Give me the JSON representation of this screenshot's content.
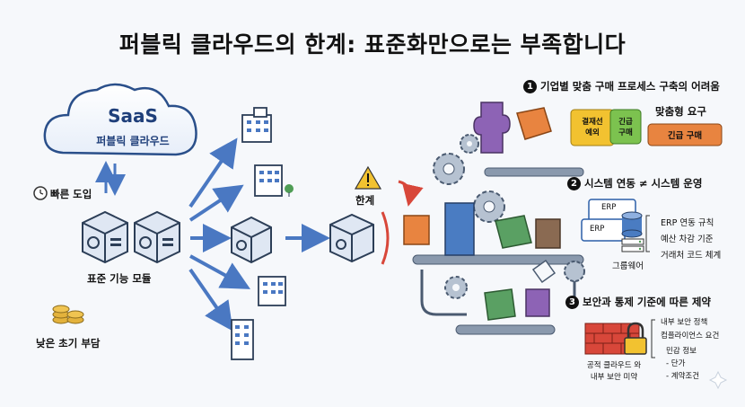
{
  "title": "퍼블릭 클라우드의 한계: 표준화만으로는 부족합니다",
  "cloud": {
    "title": "SaaS",
    "subtitle": "퍼블릭 클라우드"
  },
  "left_labels": {
    "fast": "빠른 도입",
    "modules": "표준 기능 모듈",
    "cost": "낮은 초기 부담"
  },
  "limit_label": "한계",
  "section1": {
    "number": "1",
    "title": "기업별 맞춤 구매 프로세스 구축의 어려움",
    "custom_req": "맞춤형 요구",
    "tags": [
      "결재선\n예외",
      "긴급\n구매",
      "긴급 구매"
    ]
  },
  "section2": {
    "number": "2",
    "title": "시스템 연동 ≠ 시스템 운영",
    "erp_top": "ERP",
    "erp_bottom": "ERP",
    "groupware": "그룹웨어",
    "items": [
      "ERP 연동 규칙",
      "예산 차감 기준",
      "거래처 코드 체계"
    ]
  },
  "section3": {
    "number": "3",
    "title": "보안과 통제 기준에 따른 제약",
    "items": [
      "내부 보안 정책",
      "컴플라이언스 요건",
      "민감 정보",
      "- 단가",
      "- 계약조건"
    ],
    "caption": [
      "공적 클라우드 와",
      "내부 보안 미약"
    ]
  },
  "colors": {
    "cloud": "#1f3f7a",
    "arrow": "#4a78c2",
    "red": "#d8473a"
  }
}
